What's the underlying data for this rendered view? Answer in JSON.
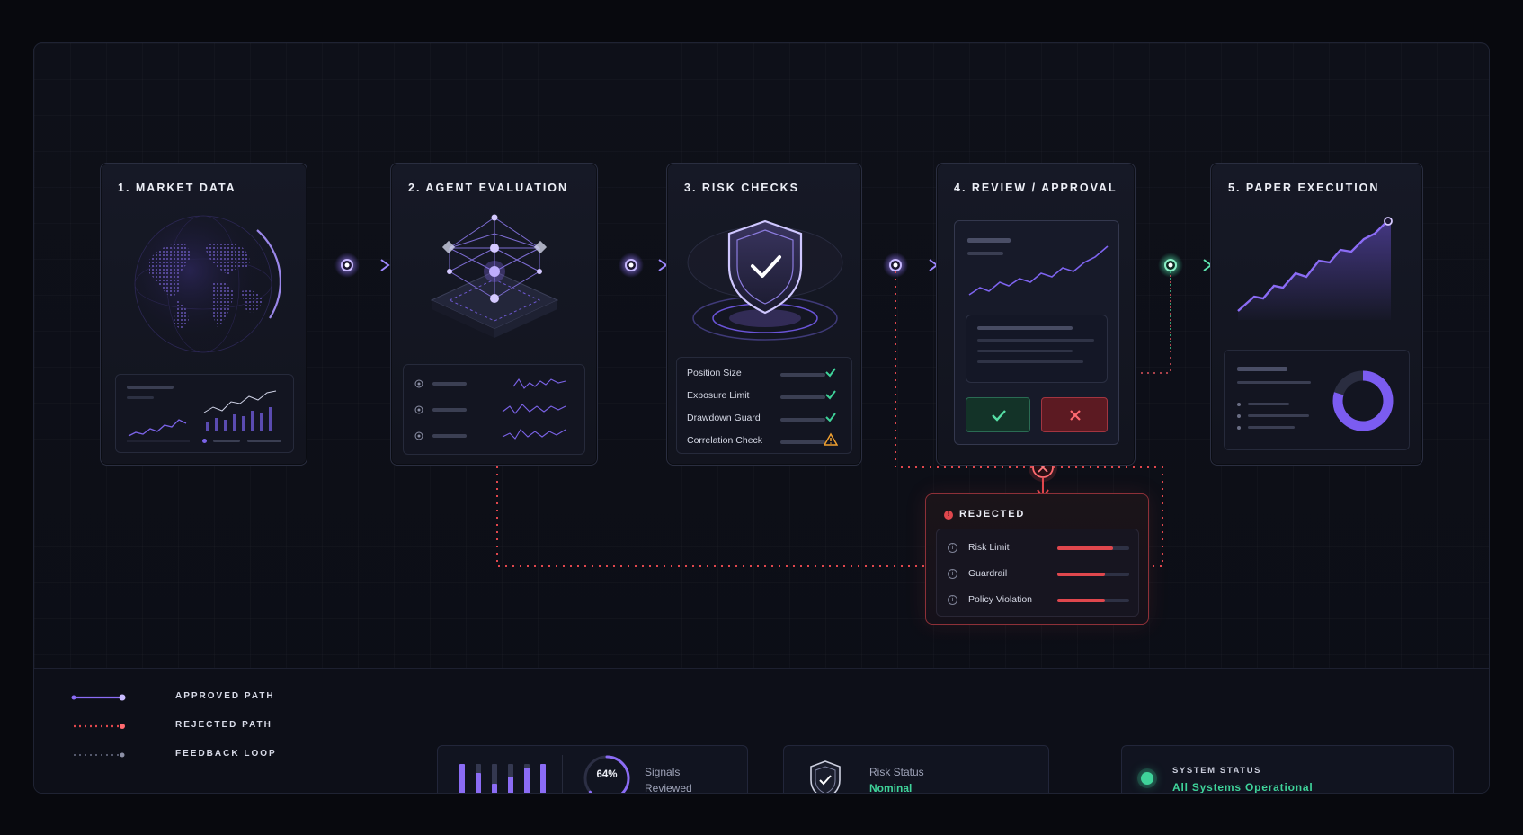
{
  "stages": [
    {
      "title": "1. MARKET DATA"
    },
    {
      "title": "2. AGENT EVALUATION"
    },
    {
      "title": "3. RISK CHECKS"
    },
    {
      "title": "4. REVIEW / APPROVAL"
    },
    {
      "title": "5. PAPER EXECUTION"
    }
  ],
  "risk_checks": [
    {
      "label": "Position Size",
      "status": "pass"
    },
    {
      "label": "Exposure Limit",
      "status": "pass"
    },
    {
      "label": "Drawdown Guard",
      "status": "pass"
    },
    {
      "label": "Correlation Check",
      "status": "warning"
    }
  ],
  "rejected": {
    "title": "REJECTED",
    "items": [
      {
        "label": "Risk Limit",
        "level": 0.78
      },
      {
        "label": "Guardrail",
        "level": 0.66
      },
      {
        "label": "Policy Violation",
        "level": 0.66
      }
    ]
  },
  "legend": [
    {
      "label": "APPROVED PATH",
      "style": "solid-purple"
    },
    {
      "label": "REJECTED PATH",
      "style": "dotted-red"
    },
    {
      "label": "FEEDBACK LOOP",
      "style": "dotted-gray"
    }
  ],
  "signals": {
    "percent_label": "64%",
    "percent": 64,
    "line1": "Signals",
    "line2": "Reviewed"
  },
  "risk_status": {
    "label": "Risk Status",
    "value": "Nominal"
  },
  "system_status": {
    "label": "SYSTEM STATUS",
    "value": "All Systems Operational"
  },
  "review_actions": {
    "approve": "check-icon",
    "reject": "close-icon"
  },
  "colors": {
    "accent_purple": "#8b6cf5",
    "approved_green": "#3fd39a",
    "rejected_red": "#e0474d",
    "warning_orange": "#f0a030",
    "background": "#0c0e16"
  }
}
